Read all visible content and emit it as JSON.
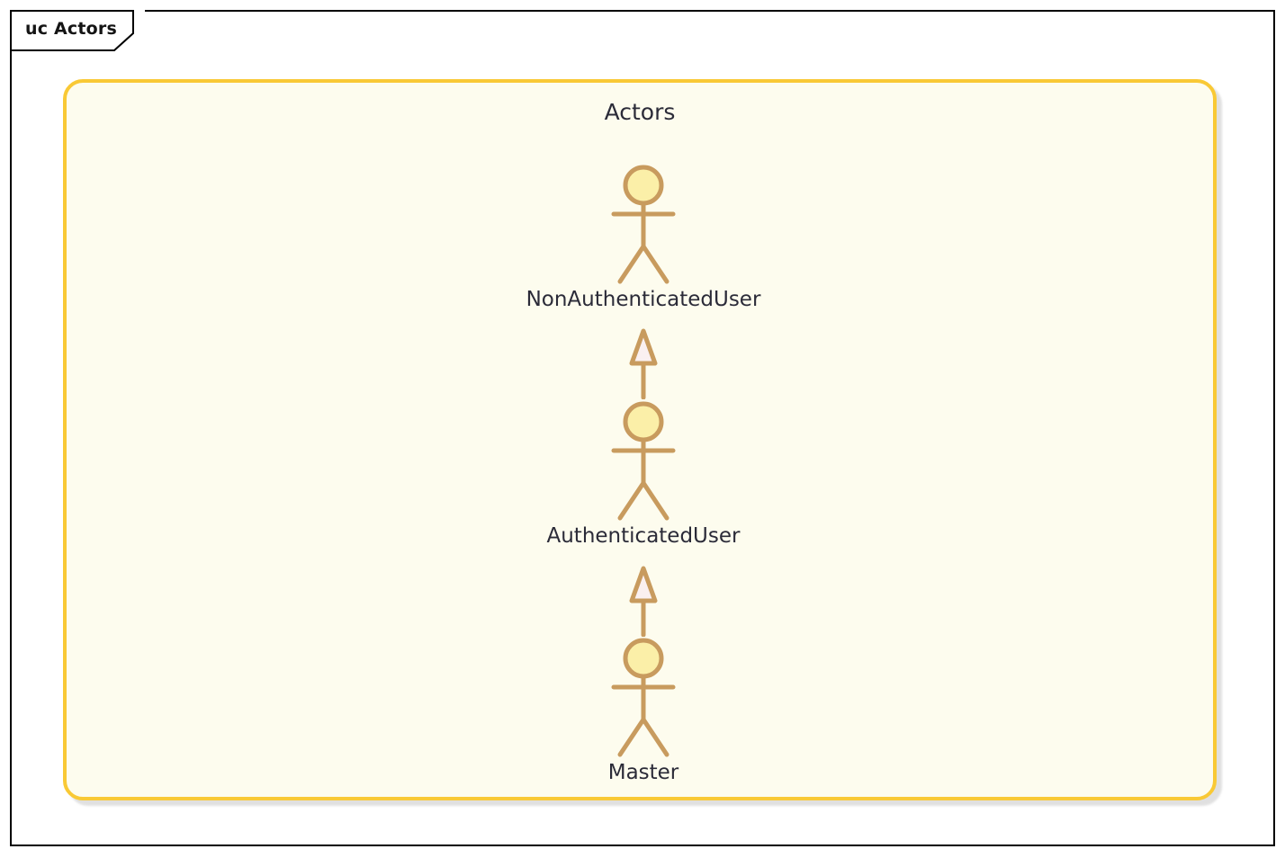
{
  "frame": {
    "tab_label": "uc Actors",
    "border_color": "#000000"
  },
  "package": {
    "title": "Actors",
    "border_color": "#F9C935",
    "fill_color": "#FDFCEE"
  },
  "colors": {
    "actor_stroke": "#C89B5E",
    "actor_head_fill": "#FBEFA8",
    "arrow_fill": "#FAF0F0",
    "text": "#2B2B38",
    "shadow": "#C8C8C8"
  },
  "actors": [
    {
      "id": "non-authenticated-user",
      "label": "NonAuthenticatedUser"
    },
    {
      "id": "authenticated-user",
      "label": "AuthenticatedUser"
    },
    {
      "id": "master",
      "label": "Master"
    }
  ],
  "generalizations": [
    {
      "id": "gen-authenticated-to-nonauthenticated",
      "from": "AuthenticatedUser",
      "to": "NonAuthenticatedUser",
      "type": "generalization"
    },
    {
      "id": "gen-master-to-authenticated",
      "from": "Master",
      "to": "AuthenticatedUser",
      "type": "generalization"
    }
  ]
}
